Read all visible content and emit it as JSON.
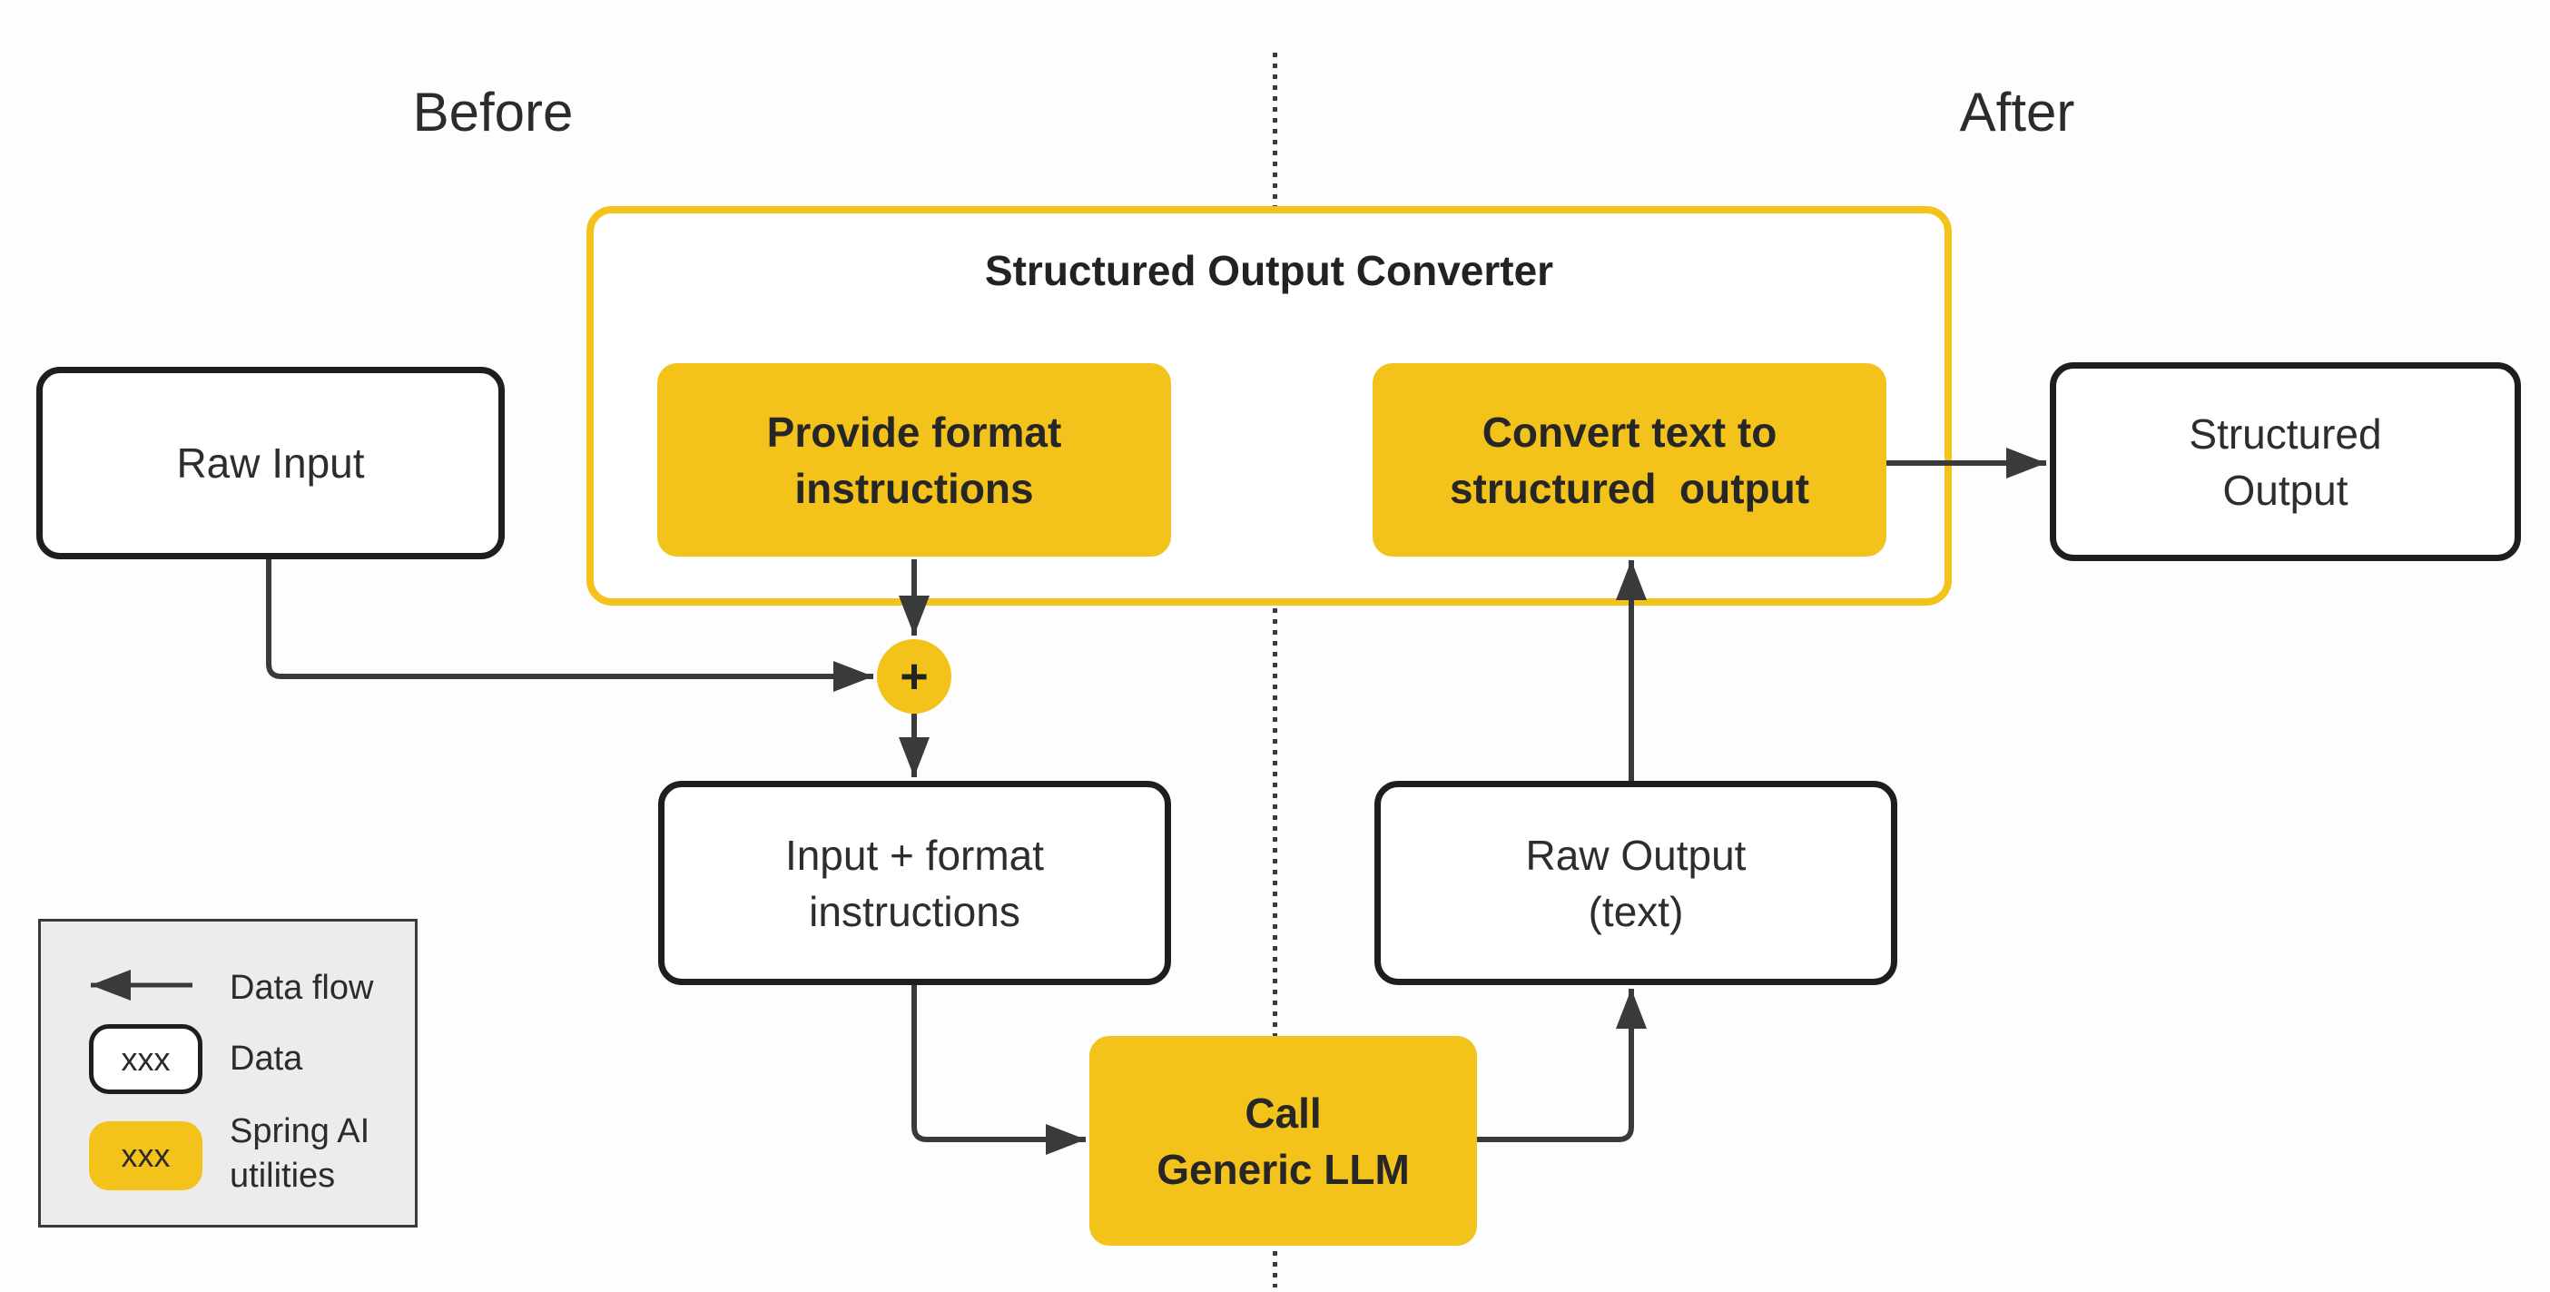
{
  "colors": {
    "accent_yellow": "#F3C21B",
    "connector_dark": "#3A3A3A",
    "box_border_black": "#1E1E1E",
    "text_dark": "#2B2B2B",
    "legend_background": "#ECECEC",
    "canvas_background": "#FDFDFD"
  },
  "sections": {
    "before_label": "Before",
    "after_label": "After"
  },
  "converter": {
    "title": "Structured Output Converter"
  },
  "nodes": {
    "raw_input": {
      "label": "Raw Input"
    },
    "provide_format": {
      "line1": "Provide format",
      "line2": "instructions"
    },
    "convert_text": {
      "line1": "Convert text to",
      "line2": "structured  output"
    },
    "structured_output": {
      "line1": "Structured",
      "line2": "Output"
    },
    "input_format": {
      "line1": "Input + format",
      "line2": "instructions"
    },
    "raw_output": {
      "line1": "Raw Output",
      "line2": "(text)"
    },
    "call_llm": {
      "line1": "Call",
      "line2": "Generic LLM"
    },
    "plus_junction": {
      "symbol": "+"
    }
  },
  "legend": {
    "arrow_item": {
      "label": "Data flow",
      "icon": "left-arrow-icon"
    },
    "data_item": {
      "sample": "xxx",
      "label": "Data"
    },
    "utility_item": {
      "sample": "xxx",
      "label_line1": "Spring AI",
      "label_line2": "utilities"
    }
  }
}
